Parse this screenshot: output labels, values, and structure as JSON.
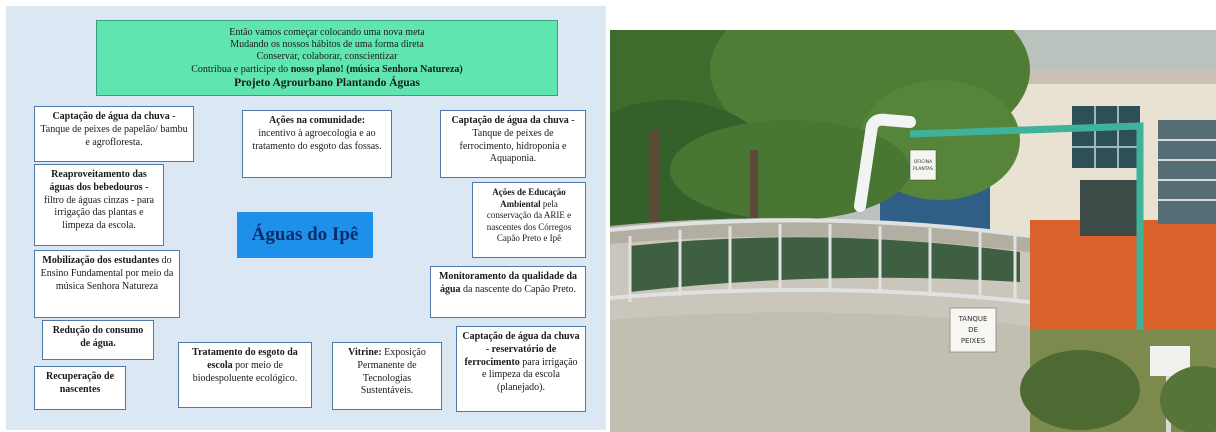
{
  "diagram": {
    "header": {
      "line1": "Então vamos começar colocando uma nova meta",
      "line2": "Mudando os nossos hábitos de uma forma direta",
      "line3": "Conservar, colaborar, conscientizar",
      "line4_pre": "Contribua e participe do",
      "line4_bold": "nosso plano! (música Senhora Natureza)",
      "title": "Projeto Agrourbano Plantando Águas"
    },
    "center_title": "Águas do Ipê",
    "nodes": {
      "captacao_left": {
        "bold": "Captação de água da chuva -",
        "text": "Tanque de peixes de papelão/ bambu e agrofloresta."
      },
      "acoes_comunidade": {
        "bold": "Ações na comunidade:",
        "text": "incentivo à agroecologia e ao tratamento do esgoto das fossas."
      },
      "captacao_right": {
        "bold": "Captação de água da chuva",
        "text": "- Tanque de peixes de ferrocimento, hidroponia e Aquaponia."
      },
      "reaproveitamento": {
        "bold": "Reaproveitamento das águas dos bebedouros",
        "text": "- filtro de águas cinzas - para irrigação das plantas e limpeza da escola."
      },
      "educacao": {
        "bold": "Ações de Educação Ambiental",
        "text": "pela conservação da ARIE e nascentes dos Córregos Capão Preto e Ipê"
      },
      "mobilizacao": {
        "bold": "Mobilização dos estudantes",
        "text": "do Ensino Fundamental por meio da música Senhora Natureza"
      },
      "monitoramento": {
        "bold": "Monitoramento da qualidade da água",
        "text": "da nascente do Capão Preto."
      },
      "reducao": {
        "bold": "Redução do consumo de água."
      },
      "recuperacao": {
        "bold": "Recuperação de nascentes"
      },
      "tratamento": {
        "bold": "Tratamento do esgoto da escola",
        "text": "por meio de biodespoluente ecológico."
      },
      "vitrine": {
        "bold": "Vitrine:",
        "text": "Exposição Permanente de Tecnologias Sustentáveis."
      },
      "captacao_reservatorio": {
        "bold": "Captação de água da chuva - reservatório de ferrocimento",
        "text": "para irrigação e limpeza da escola (planejado)."
      }
    }
  },
  "photo": {
    "tank_sign_line1": "TANQUE",
    "tank_sign_line2": "DE",
    "tank_sign_line3": "PEIXES",
    "small_sign_line1": "OFICINA",
    "small_sign_line2": "PLANTAS"
  },
  "colors": {
    "diagram_bg": "#dbe7f3",
    "header_bg": "#5fe6b0",
    "center_bg": "#1e90ea",
    "box_border": "#4f79a6"
  }
}
